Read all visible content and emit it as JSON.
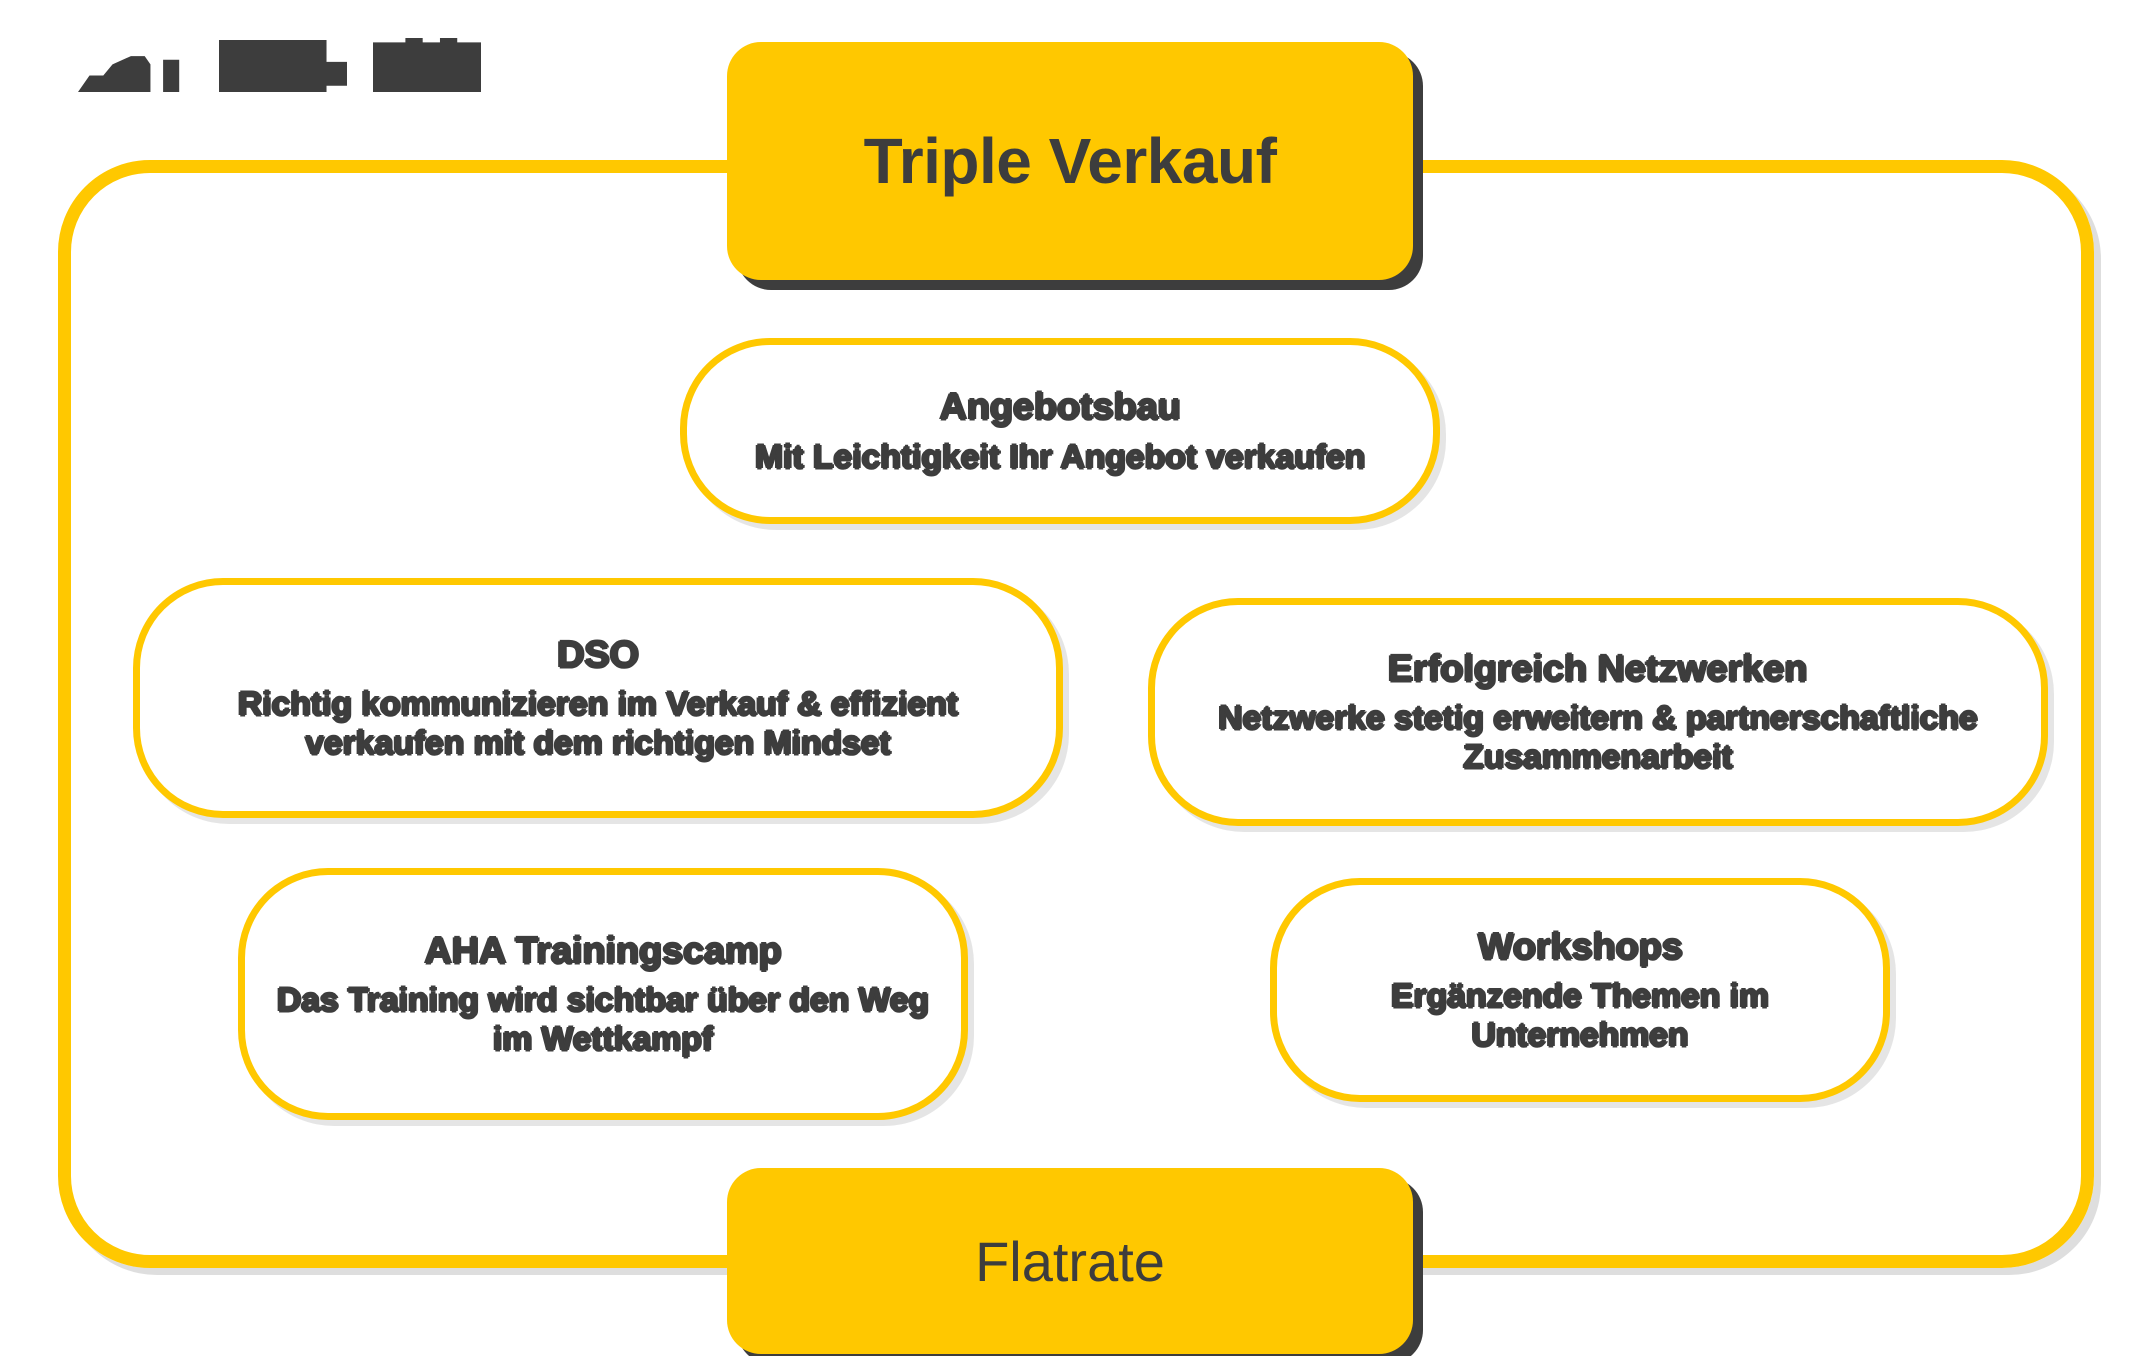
{
  "diagram": {
    "title": "Triple Verkauf",
    "logo": {
      "state": "redacted",
      "name": "logo-watermark"
    },
    "colors": {
      "accent_yellow": "#FFC800",
      "dark": "#3D3D3D",
      "background": "#FFFFFF"
    },
    "header_node": {
      "label": "Triple Verkauf"
    },
    "footer_node": {
      "label": "Flatrate"
    },
    "nodes": [
      {
        "id": "angebotsaufbau",
        "title": "Angebotsbau",
        "description": "Mit Leichtigkeit Ihr Angebot verkaufen"
      },
      {
        "id": "dso",
        "title": "DSO",
        "description": "Richtig kommunizieren im Verkauf & effizient verkaufen mit dem richtigen Mindset"
      },
      {
        "id": "netzwerken",
        "title": "Erfolgreich Netzwerken",
        "description": "Netzwerke stetig erweitern & partnerschaftliche Zusammenarbeit"
      },
      {
        "id": "aha-trainingscamp",
        "title": "AHA Trainingscamp",
        "description": "Das Training wird sichtbar über den Weg im Wettkampf"
      },
      {
        "id": "workshops",
        "title": "Workshops",
        "description": "Ergänzende Themen im Unternehmen"
      }
    ]
  }
}
